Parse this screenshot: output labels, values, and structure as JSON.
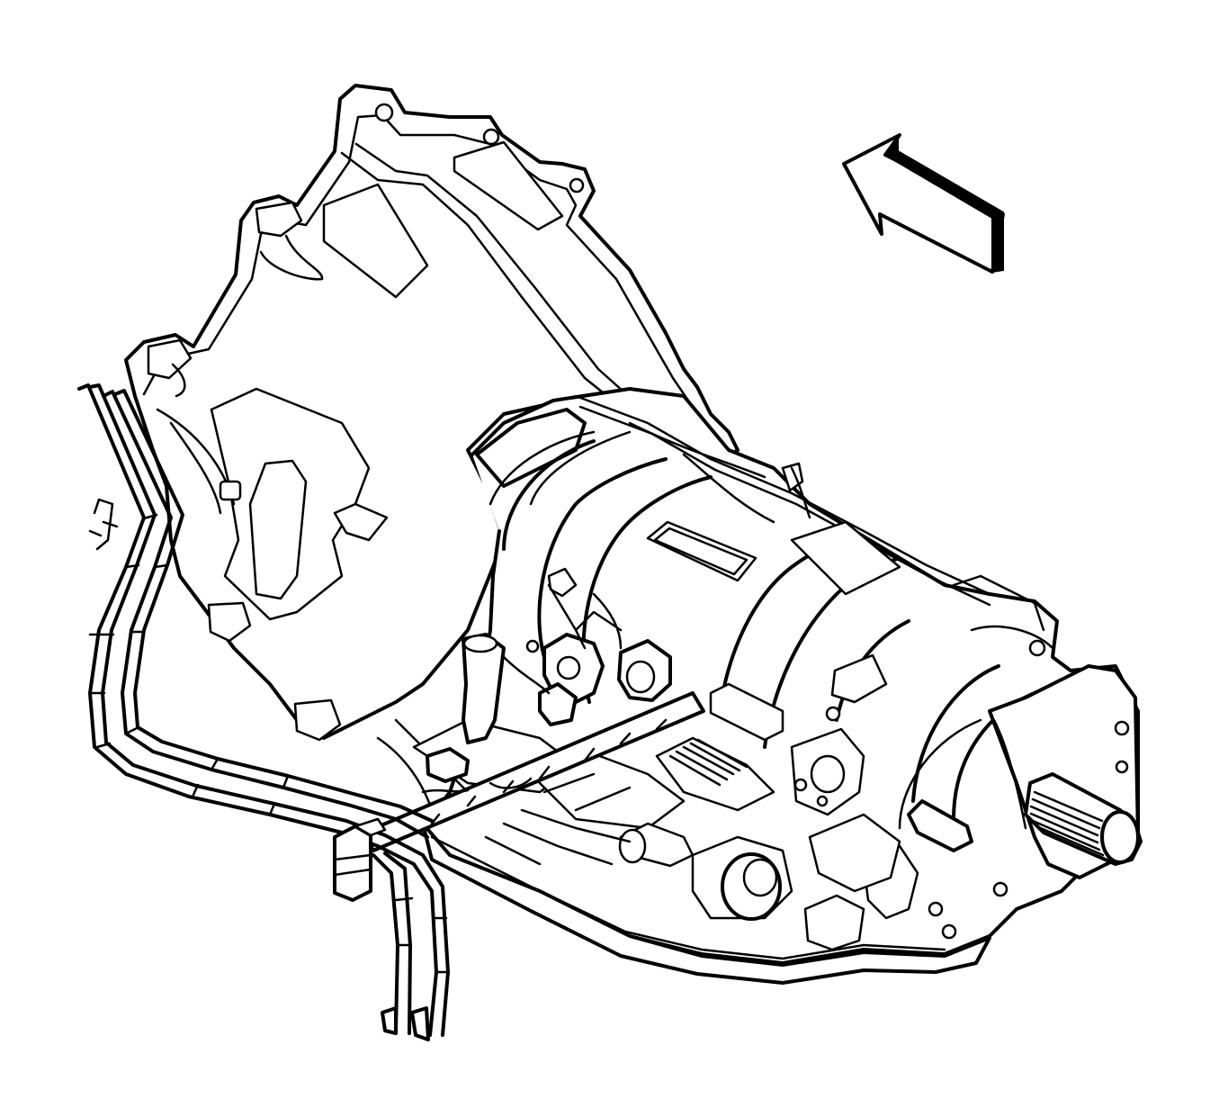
{
  "diagram": {
    "subject": "automatic-transmission-assembly",
    "view": "left-rear-isometric",
    "colors": {
      "line": "#000000",
      "background": "#ffffff"
    },
    "parts": [
      {
        "id": "bell-housing",
        "icon": "bell-housing-icon"
      },
      {
        "id": "case-body",
        "icon": "transmission-case-icon"
      },
      {
        "id": "extension-housing",
        "icon": "extension-housing-icon"
      },
      {
        "id": "output-shaft",
        "icon": "output-shaft-spline-icon"
      },
      {
        "id": "cooler-lines",
        "icon": "cooler-line-icon"
      },
      {
        "id": "line-bracket",
        "icon": "bracket-icon"
      },
      {
        "id": "oil-pan",
        "icon": "oil-pan-icon"
      },
      {
        "id": "wiring-harness",
        "icon": "harness-icon"
      },
      {
        "id": "electrical-connectors",
        "icon": "connector-icon"
      },
      {
        "id": "vent-hose",
        "icon": "vent-hose-icon"
      }
    ],
    "direction_arrow": {
      "icon": "arrow-up-left-icon",
      "meaning": "vehicle-front"
    }
  }
}
